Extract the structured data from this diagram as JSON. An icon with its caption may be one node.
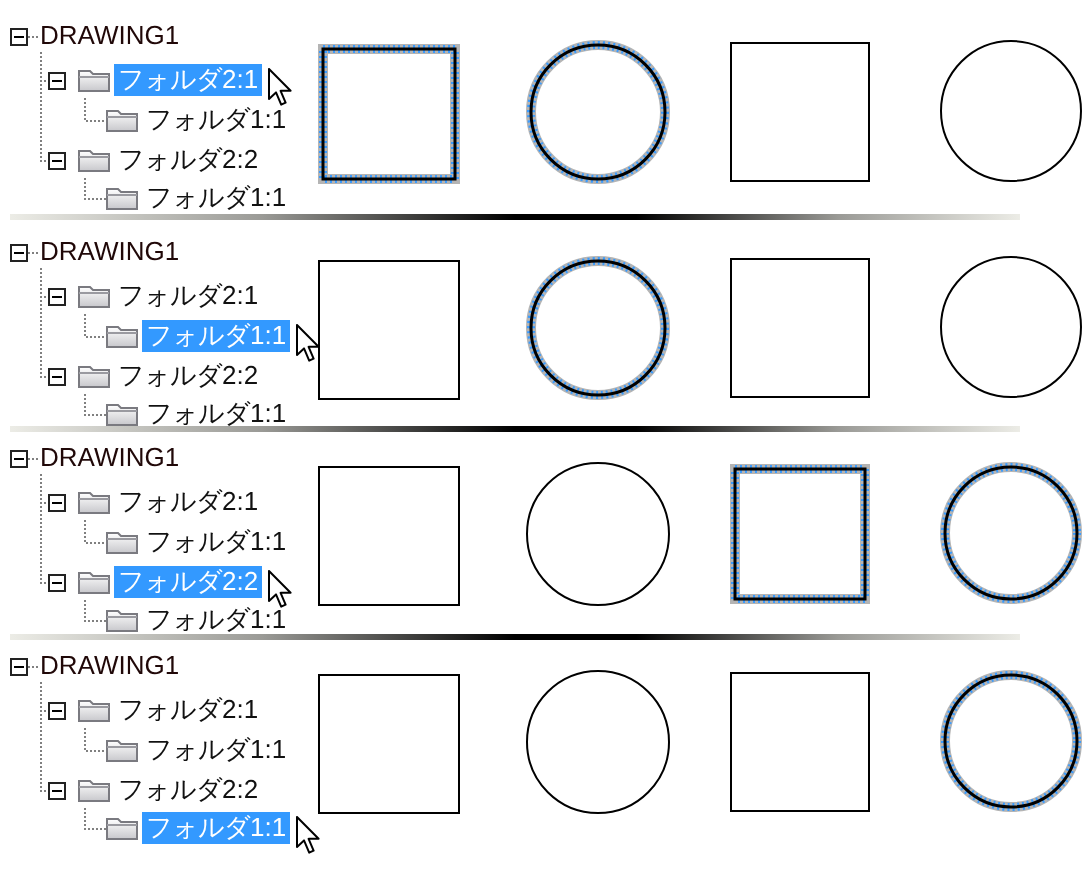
{
  "diagram": {
    "nodes": [
      {
        "text": [
          "DRAWING1"
        ]
      },
      {
        "text": [
          "フォルダ2:1"
        ]
      },
      {
        "text": [
          "フォルダ1:1"
        ]
      },
      {
        "text": [
          "フォルダ2:2"
        ]
      },
      {
        "text": [
          "フォルダ1:1"
        ]
      },
      {
        "text": [],
        "shape": "box"
      },
      {
        "text": [],
        "shape": "circle"
      },
      {
        "text": [],
        "shape": "box"
      },
      {
        "text": [],
        "shape": "circle"
      },
      {
        "text": [
          "DRAWING1"
        ]
      },
      {
        "text": [
          "フォルダ2:1"
        ]
      },
      {
        "text": [
          "フォルダ1:1"
        ]
      },
      {
        "text": [
          "フォルダ2:2"
        ]
      },
      {
        "text": [
          "フォルダ1:1"
        ]
      },
      {
        "text": [],
        "shape": "box"
      },
      {
        "text": [],
        "shape": "circle"
      },
      {
        "text": [],
        "shape": "box"
      },
      {
        "text": [],
        "shape": "circle"
      },
      {
        "text": [
          "DRAWING1"
        ]
      },
      {
        "text": [
          "フォルダ2:1"
        ]
      },
      {
        "text": [
          "フォルダ1:1"
        ]
      },
      {
        "text": [
          "フォルダ2:2"
        ]
      },
      {
        "text": [
          "フォルダ1:1"
        ]
      },
      {
        "text": [],
        "shape": "box"
      },
      {
        "text": [],
        "shape": "circle"
      },
      {
        "text": [],
        "shape": "box"
      },
      {
        "text": [],
        "shape": "circle"
      },
      {
        "text": [
          "DRAWING1"
        ]
      },
      {
        "text": [
          "フォルダ2:1"
        ]
      },
      {
        "text": [
          "フォルダ1:1"
        ]
      },
      {
        "text": [
          "フォルダ2:2"
        ]
      },
      {
        "text": [
          "フォルダ1:1"
        ]
      },
      {
        "text": [],
        "shape": "box"
      },
      {
        "text": [],
        "shape": "circle"
      },
      {
        "text": [],
        "shape": "box"
      },
      {
        "text": [],
        "shape": "circle"
      }
    ],
    "edges": [
      {
        "from": 0,
        "to": 1,
        "arrow": "none"
      },
      {
        "from": 1,
        "to": 2,
        "arrow": "none"
      },
      {
        "from": 0,
        "to": 3,
        "arrow": "none"
      },
      {
        "from": 3,
        "to": 4,
        "arrow": "none"
      },
      {
        "from": 9,
        "to": 10,
        "arrow": "none"
      },
      {
        "from": 10,
        "to": 11,
        "arrow": "none"
      },
      {
        "from": 9,
        "to": 12,
        "arrow": "none"
      },
      {
        "from": 12,
        "to": 13,
        "arrow": "none"
      },
      {
        "from": 18,
        "to": 19,
        "arrow": "none"
      },
      {
        "from": 19,
        "to": 20,
        "arrow": "none"
      },
      {
        "from": 18,
        "to": 21,
        "arrow": "none"
      },
      {
        "from": 21,
        "to": 22,
        "arrow": "none"
      },
      {
        "from": 27,
        "to": 28,
        "arrow": "none"
      },
      {
        "from": 28,
        "to": 29,
        "arrow": "none"
      },
      {
        "from": 27,
        "to": 30,
        "arrow": "none"
      },
      {
        "from": 30,
        "to": 31,
        "arrow": "none"
      }
    ]
  }
}
